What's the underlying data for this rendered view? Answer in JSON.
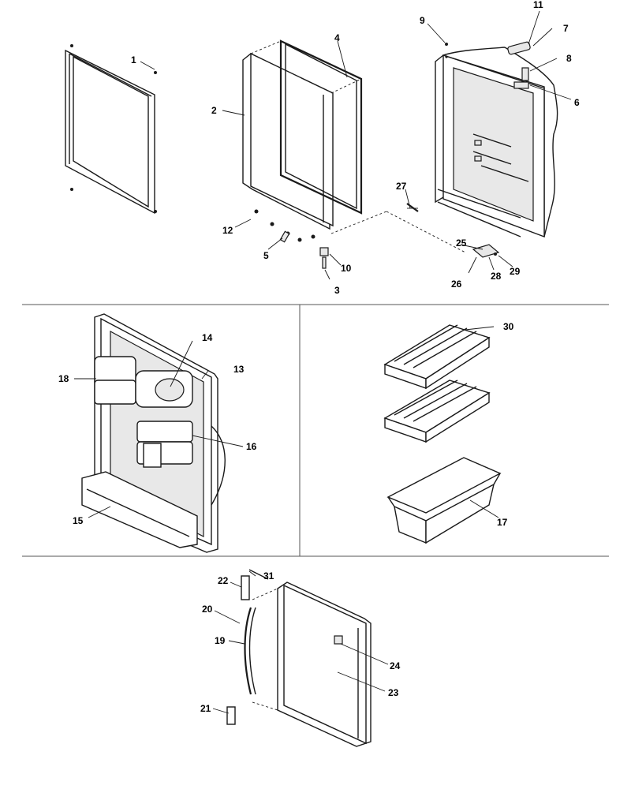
{
  "callouts": {
    "c1": "1",
    "c2": "2",
    "c3": "3",
    "c4": "4",
    "c5": "5",
    "c6": "6",
    "c7": "7",
    "c8": "8",
    "c9": "9",
    "c10": "10",
    "c11": "11",
    "c12": "12",
    "c13": "13",
    "c14": "14",
    "c15": "15",
    "c16": "16",
    "c17": "17",
    "c18": "18",
    "c19": "19",
    "c20": "20",
    "c21": "21",
    "c22": "22",
    "c23": "23",
    "c24": "24",
    "c25": "25",
    "c26": "26",
    "c27": "27",
    "c28": "28",
    "c29": "29",
    "c30": "30",
    "c31": "31"
  }
}
